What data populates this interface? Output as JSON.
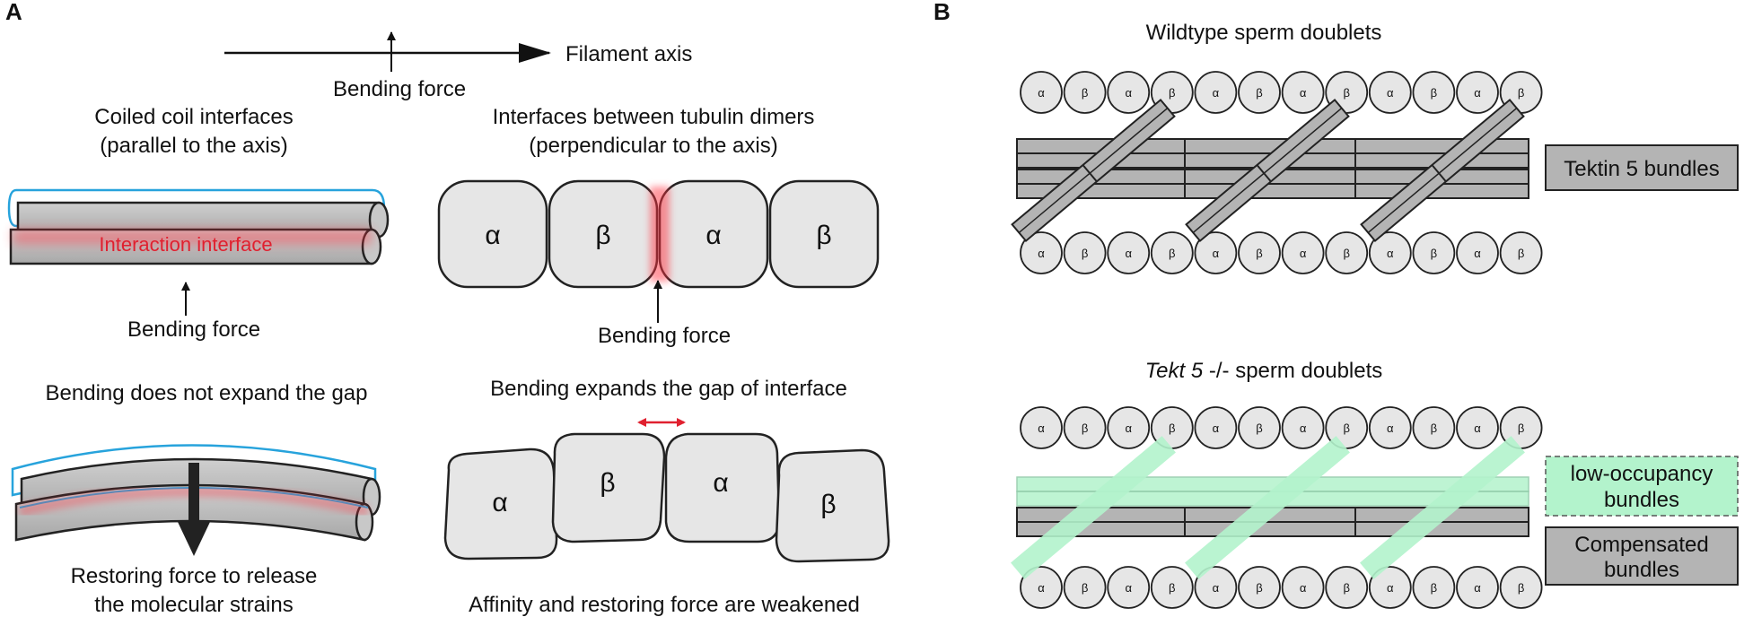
{
  "panelA": {
    "label": "A",
    "axis": {
      "text": "Filament axis",
      "force": "Bending force"
    },
    "cc": {
      "title1": "Coiled coil interfaces",
      "title2": "(parallel to the axis)",
      "interface": "Interaction interface",
      "force": "Bending force",
      "gap_text": "Bending does not expand the gap",
      "restore1": "Restoring force to release",
      "restore2": "the molecular strains"
    },
    "tub": {
      "title1": "Interfaces between tubulin dimers",
      "title2": "(perpendicular to the axis)",
      "force": "Bending force",
      "gap_text": "Bending expands the gap of interface",
      "weakened": "Affinity and restoring force are weakened",
      "units": [
        "α",
        "β",
        "α",
        "β"
      ]
    }
  },
  "panelB": {
    "label": "B",
    "wt_title": "Wildtype sperm doublets",
    "mut_title_italic": "Tekt 5",
    "mut_title_rest": " -/- sperm doublets",
    "box_wt": "Tektin 5 bundles",
    "box_low1": "low-occupancy",
    "box_low2": "bundles",
    "box_comp1": "Compensated",
    "box_comp2": "bundles",
    "row": [
      "α",
      "β",
      "α",
      "β",
      "α",
      "β",
      "α",
      "β",
      "α",
      "β",
      "α",
      "β"
    ]
  },
  "colors": {
    "rod": "#b4b4b4",
    "cyan": "#27a3dc",
    "red": "#e0202f",
    "mint": "#b3f3cc",
    "tubulin": "#e6e6e6"
  }
}
